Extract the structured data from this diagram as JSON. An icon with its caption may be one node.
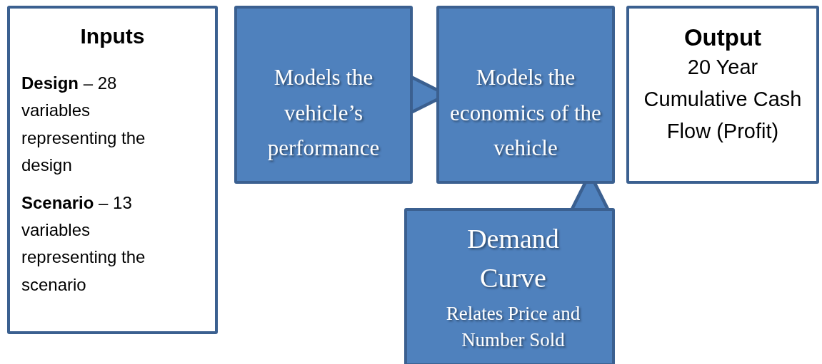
{
  "diagram": {
    "nodes": [
      {
        "text": [
          "Inputs",
          "**Design** – 28 variables representing the design",
          "**Scenario** – 13 variables representing the scenario"
        ]
      },
      {
        "text": [
          "Models the vehicle’s performance"
        ]
      },
      {
        "text": [
          "Models the economics of the vehicle"
        ]
      },
      {
        "text": [
          "Output",
          "20 Year Cumulative Cash Flow (Profit)"
        ]
      },
      {
        "text": [
          "Demand Curve",
          "Relates Price and Number Sold"
        ]
      }
    ],
    "edges": [
      {
        "from": 1,
        "to": 2,
        "arrow": "to"
      },
      {
        "from": 4,
        "to": 2,
        "arrow": "to"
      }
    ]
  }
}
